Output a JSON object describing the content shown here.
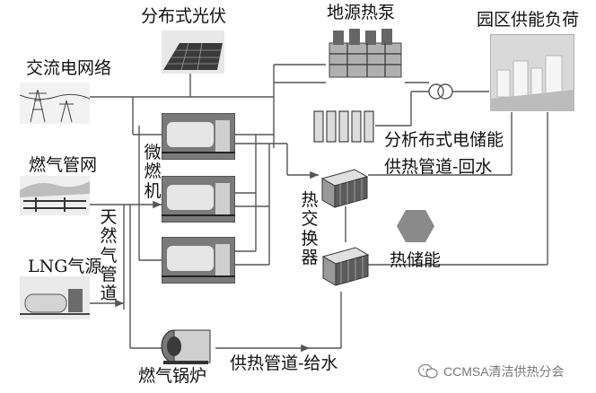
{
  "labels": {
    "pv": "分布式光伏",
    "geothermal_heat_pump": "地源热泵",
    "park_load": "园区供能负荷",
    "ac_grid": "交流电网络",
    "gas_network": "燃气管网",
    "lng_source": "LNG气源",
    "natural_gas_pipe": "天然气管道",
    "micro_turbine": "微燃机",
    "electric_storage": "分析布式电储能",
    "heating_return": "供热管道-回水",
    "heat_exchanger": "热交换器",
    "heat_storage": "热储能",
    "gas_boiler": "燃气锅炉",
    "heating_supply": "供热管道-给水"
  },
  "watermark": {
    "text": "CCMSA清洁供热分会",
    "icon": "wechat-icon"
  },
  "colors": {
    "line": "#555555",
    "hexagon": "#8a8a8a"
  }
}
